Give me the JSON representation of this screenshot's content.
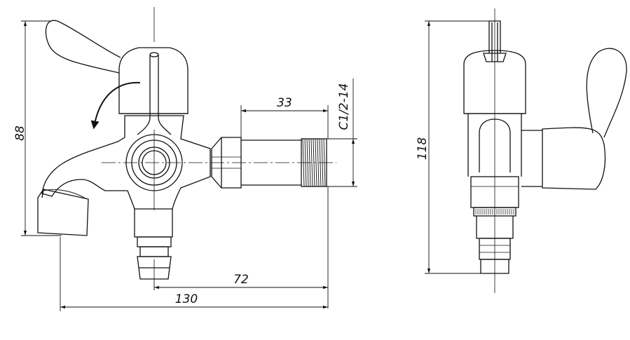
{
  "colors": {
    "line": "#111111",
    "background": "#ffffff"
  },
  "front_view": {
    "dimensions": {
      "height": "88",
      "pipe_length": "33",
      "thread_spec": "C1/2-14",
      "outlet_offset": "72",
      "overall_length": "130"
    }
  },
  "side_view": {
    "dimensions": {
      "height": "118"
    }
  }
}
